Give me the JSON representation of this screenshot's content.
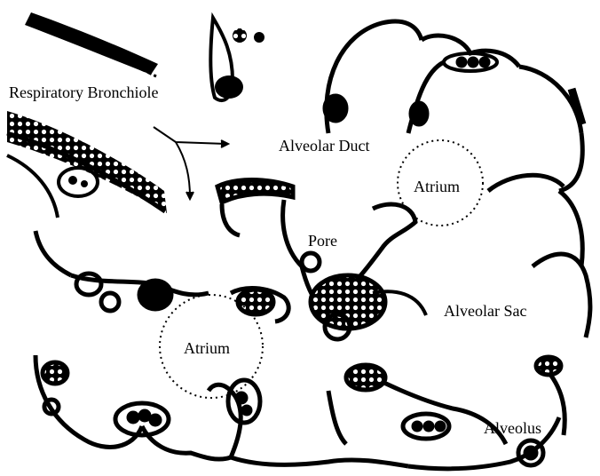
{
  "figure": {
    "labels": {
      "respiratory_bronchiole": "Respiratory Bronchiole",
      "alveolar_duct": "Alveolar Duct",
      "atrium_upper": "Atrium",
      "pore": "Pore",
      "alveolar_sac": "Alveolar Sac",
      "atrium_lower": "Atrium",
      "alveolus": "Alveolus"
    },
    "colors": {
      "ink": "#000000",
      "background": "#ffffff"
    }
  }
}
